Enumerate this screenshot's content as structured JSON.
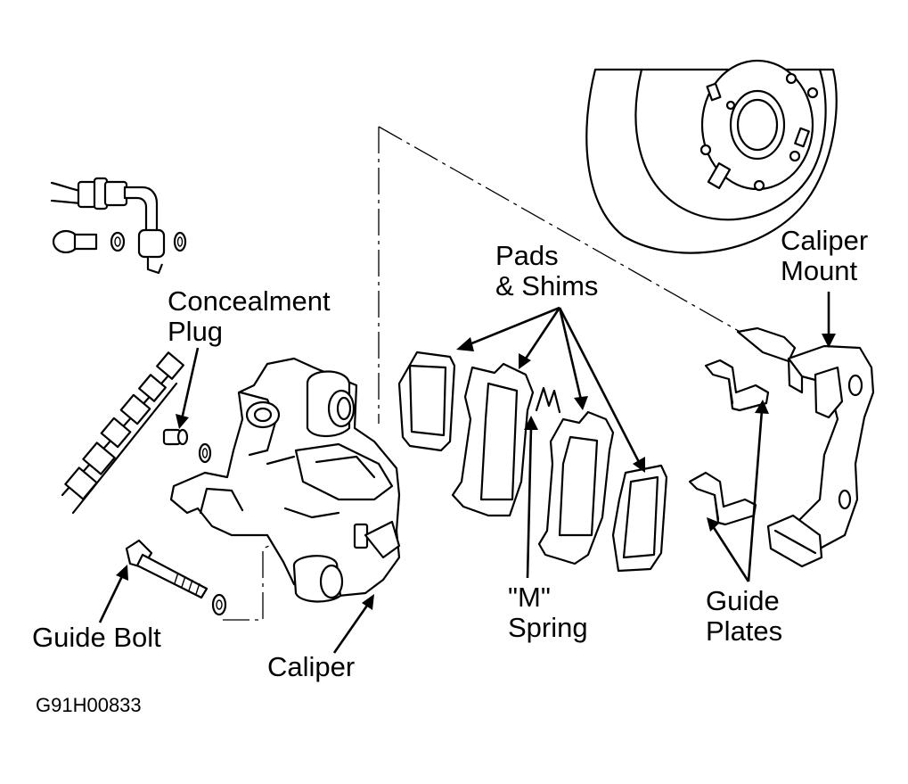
{
  "labels": {
    "pads_shims_1": "Pads",
    "pads_shims_2": "& Shims",
    "caliper_mount_1": "Caliper",
    "caliper_mount_2": "Mount",
    "concealment_plug_1": "Concealment",
    "concealment_plug_2": "Plug",
    "m_spring_1": "\"M\"",
    "m_spring_2": "Spring",
    "guide_plates_1": "Guide",
    "guide_plates_2": "Plates",
    "guide_bolt": "Guide Bolt",
    "caliper": "Caliper"
  },
  "figure_code": "G91H00833"
}
